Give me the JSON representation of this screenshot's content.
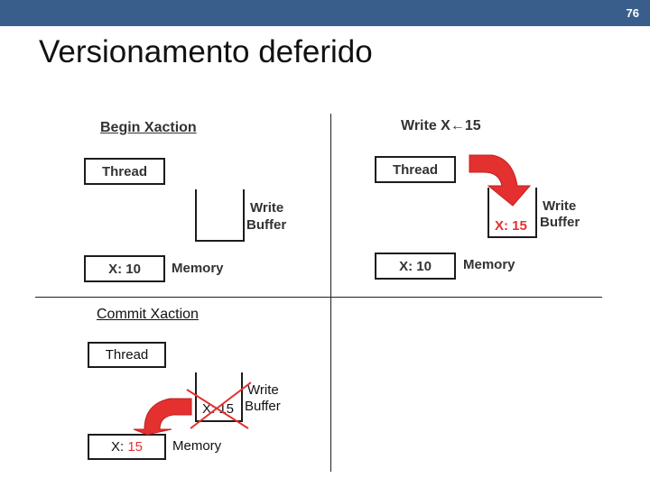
{
  "header": {
    "page_number": "76",
    "bar_color": "#3a5e8c"
  },
  "title": "Versionamento deferido",
  "colors": {
    "accent_red": "#e53030",
    "text": "#333333"
  },
  "panels": {
    "begin": {
      "heading": "Begin Xaction",
      "thread_label": "Thread",
      "buffer_label_1": "Write",
      "buffer_label_2": "Buffer",
      "memory_value": "X: 10",
      "memory_label": "Memory"
    },
    "write": {
      "heading": "Write X←15",
      "thread_label": "Thread",
      "buffer_value": "X: 15",
      "buffer_label_1": "Write",
      "buffer_label_2": "Buffer",
      "memory_value": "X: 10",
      "memory_label": "Memory"
    },
    "commit": {
      "heading": "Commit Xaction",
      "thread_label": "Thread",
      "buffer_value": "X: 15",
      "buffer_label_1": "Write",
      "buffer_label_2": "Buffer",
      "memory_value_prefix": "X: ",
      "memory_value_number": "15",
      "memory_label": "Memory"
    }
  }
}
